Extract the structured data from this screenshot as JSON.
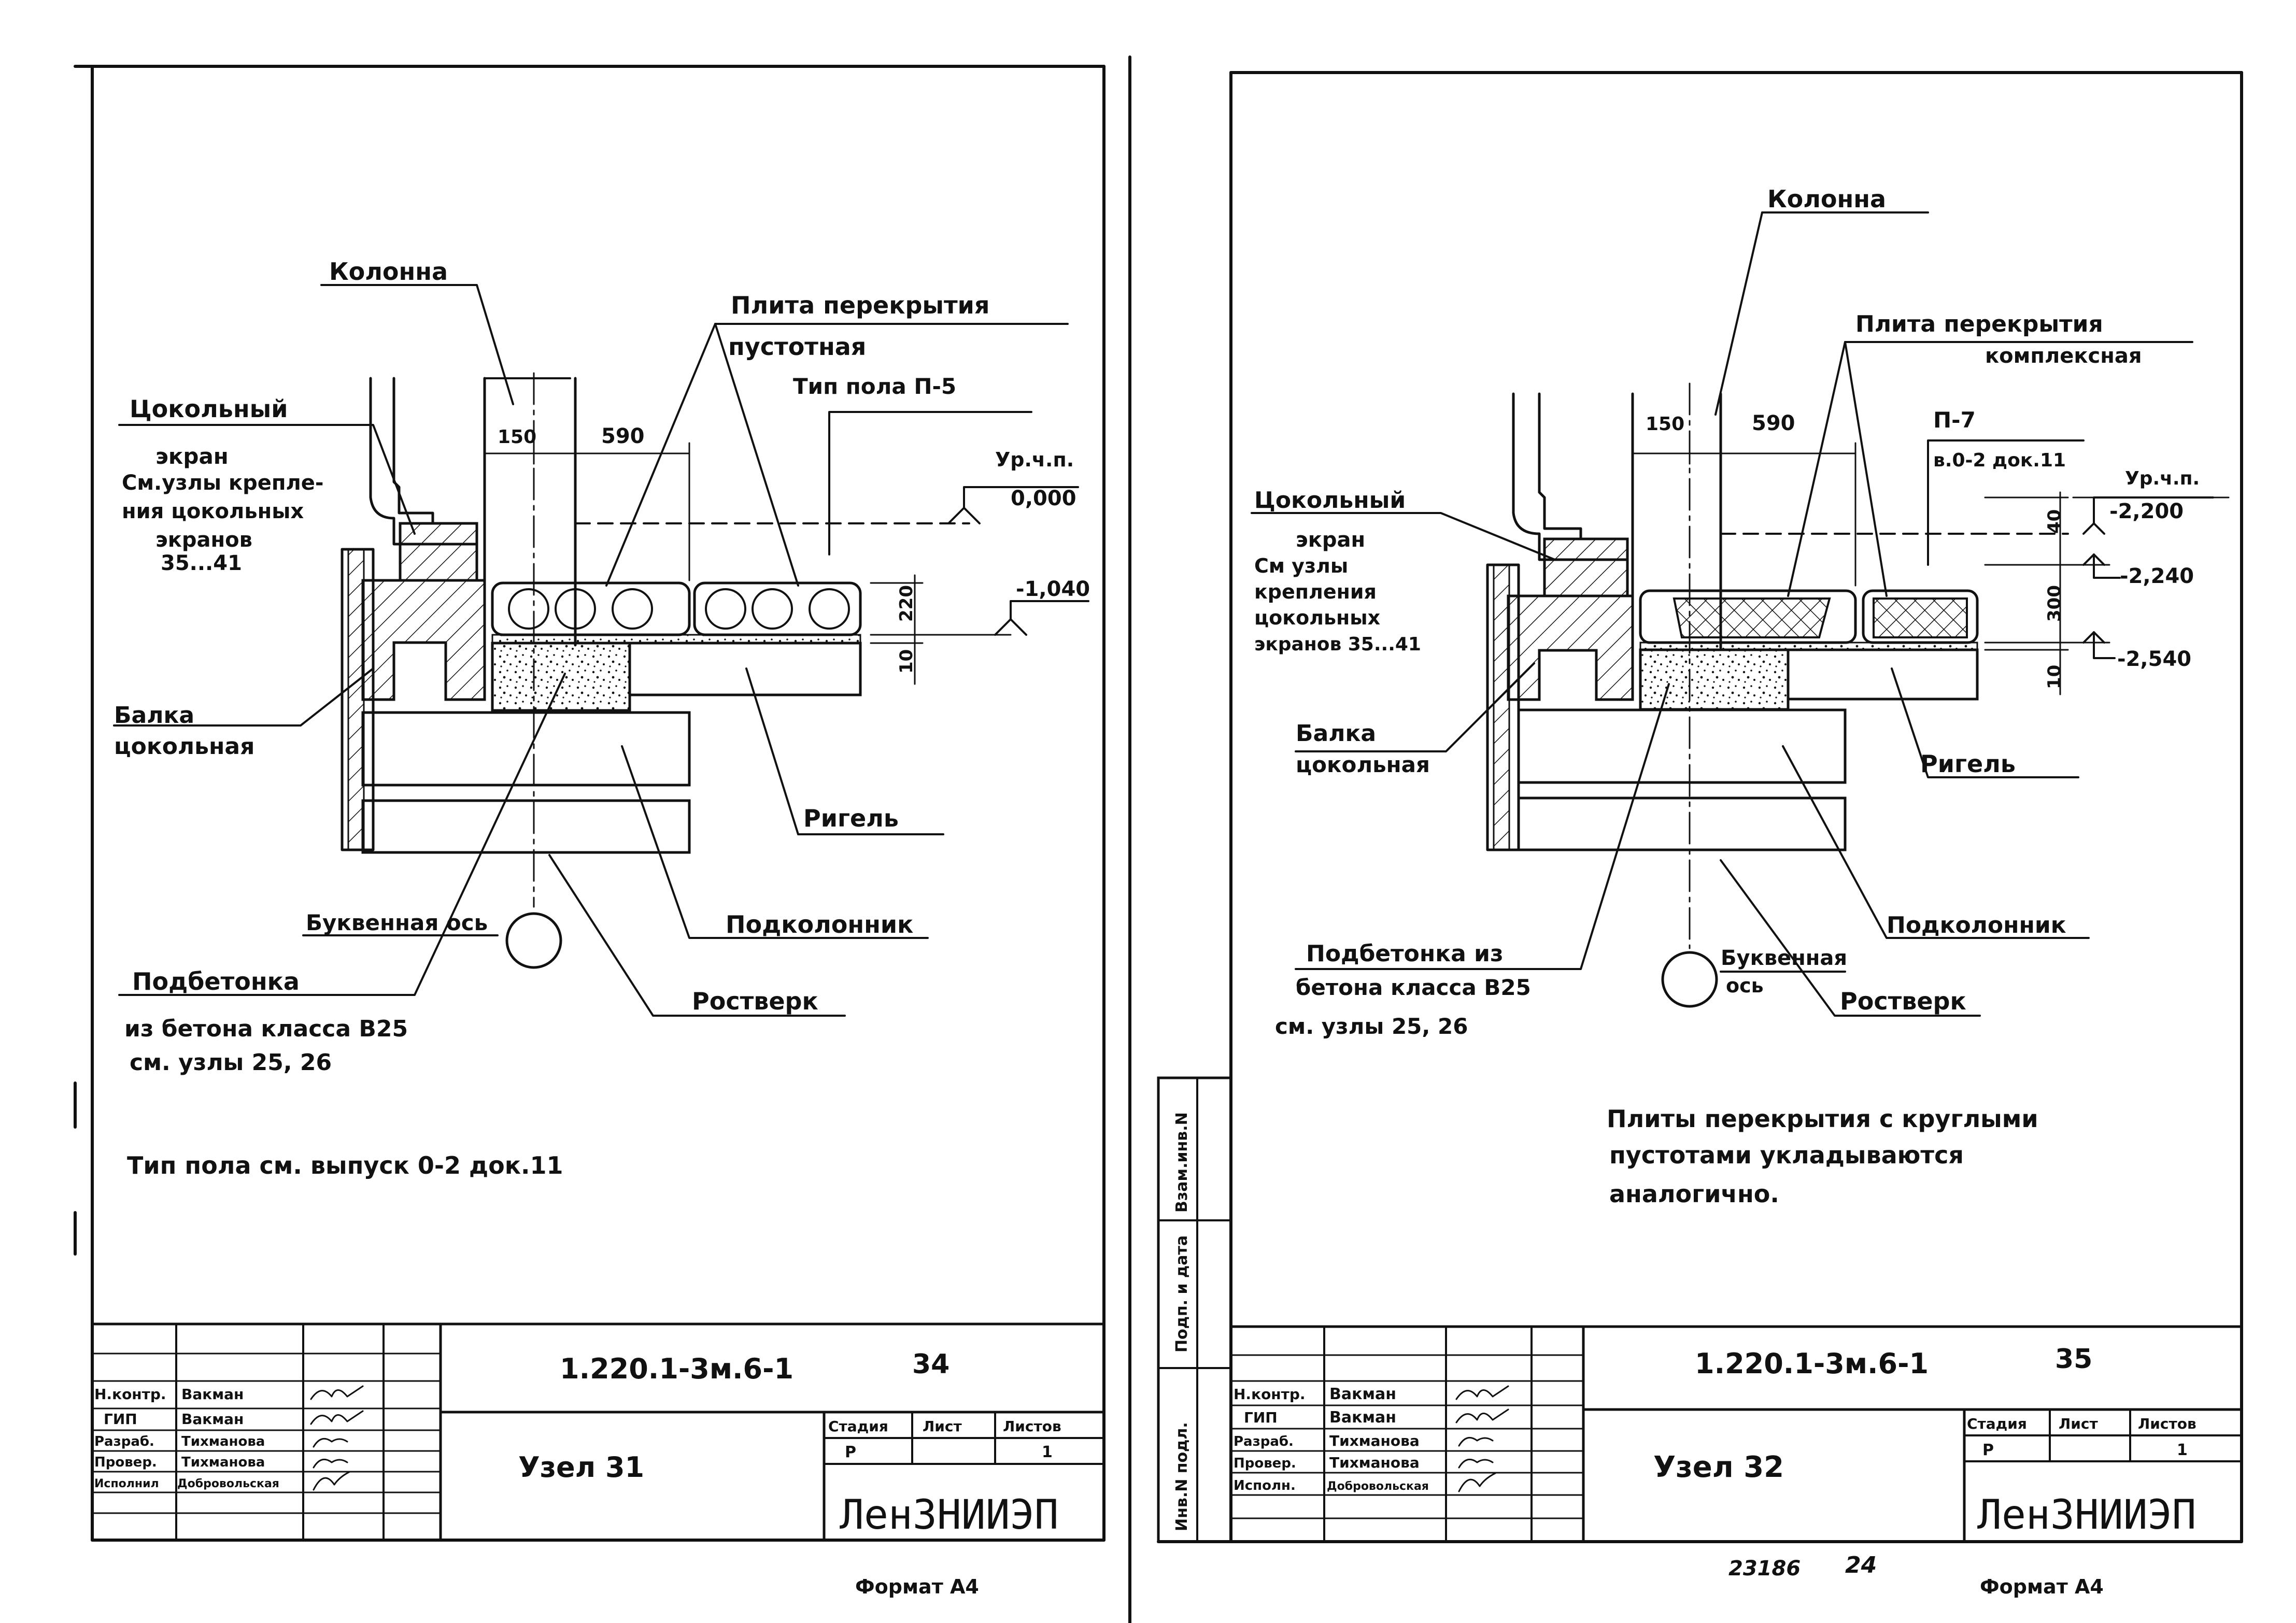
{
  "left_sheet": {
    "labels": {
      "kolonna": "Колонна",
      "plita_line1": "Плита   перекрытия",
      "plita_line2": "пустотная",
      "pol": "Тип пола П-5",
      "tsokolny": "Цокольный",
      "ekran": "экран",
      "ekran_note1": "См.узлы крепле-",
      "ekran_note2": "ния цокольных",
      "ekran_note3": "экранов",
      "ekran_note4": "35...41",
      "level_label": "Ур.ч.п.",
      "level_0": "0,000",
      "level_1": "-1,040",
      "dim_150": "150",
      "dim_590": "590",
      "dim_220": "220",
      "dim_10": "10",
      "balka1": "Балка",
      "balka2": "цокольная",
      "rigel": "Ригель",
      "os": "Буквенная ось",
      "podkolonnik": "Подколонник",
      "podbetonka1": "Подбетонка",
      "podbetonka2": "из бетона класса В25",
      "podbetonka3": "см. узлы 25, 26",
      "rostverk": "Ростверк",
      "note": "Тип пола см. выпуск 0-2 док.11"
    },
    "title_block": {
      "code": "1.220.1-3м.6-1",
      "sheet_no": "34",
      "name": "Узел 31",
      "org": "ЛенЗНИИЭП",
      "stage_header": "Стадия",
      "list_header": "Лист",
      "lists_header": "Листов",
      "stage": "Р",
      "lists": "1",
      "rows": [
        {
          "role": "Н.контр.",
          "name": "Вакман"
        },
        {
          "role": "ГИП",
          "name": "Вакман"
        },
        {
          "role": "Разраб.",
          "name": "Тихманова"
        },
        {
          "role": "Провер.",
          "name": "Тихманова"
        },
        {
          "role": "Исполнил",
          "name": "Добровольская"
        }
      ]
    },
    "format": "Формат А4"
  },
  "right_sheet": {
    "labels": {
      "kolonna": "Колонна",
      "plita_line1": "Плита   перекрытия",
      "plita_line2": "комплексная",
      "p7": "П-7",
      "p7_ref": "в.0-2 док.11",
      "tsokolny": "Цокольный",
      "ekran": "экран",
      "ekran_note1": "См узлы",
      "ekran_note2": "крепления",
      "ekran_note3": "цокольных",
      "ekran_note4": "экранов 35...41",
      "level_label": "Ур.ч.п.",
      "level_0": "-2,200",
      "level_1": "-2,240",
      "level_2": "-2,540",
      "dim_150": "150",
      "dim_590": "590",
      "dim_40": "40",
      "dim_300": "300",
      "dim_10": "10",
      "balka1": "Балка",
      "balka2": "цокольная",
      "rigel": "Ригель",
      "podkolonnik": "Подколонник",
      "podbetonka1": "Подбетонка  из",
      "podbetonka2": "бетона класса В25",
      "podbetonka3": "см. узлы  25, 26",
      "os1": "Буквенная",
      "os2": "ось",
      "rostverk": "Ростверк",
      "note1": "Плиты перекрытия с круглыми",
      "note2": "пустотами  укладываются",
      "note3": "аналогично."
    },
    "side_stamp": {
      "s1": "Взам.инв.N",
      "s2": "Подп. и дата",
      "s3": "Инв.N подл."
    },
    "title_block": {
      "code": "1.220.1-3м.6-1",
      "sheet_no": "35",
      "name": "Узел 32",
      "org": "ЛенЗНИИЭП",
      "stage_header": "Стадия",
      "list_header": "Лист",
      "lists_header": "Листов",
      "stage": "Р",
      "lists": "1",
      "rows": [
        {
          "role": "Н.контр.",
          "name": "Вакман"
        },
        {
          "role": "ГИП",
          "name": "Вакман"
        },
        {
          "role": "Разраб.",
          "name": "Тихманова"
        },
        {
          "role": "Провер.",
          "name": "Тихманова"
        },
        {
          "role": "Исполн.",
          "name": "Добровольская"
        }
      ]
    },
    "stamp_number": "23186",
    "stamp_page": "24",
    "format": "Формат А4"
  }
}
